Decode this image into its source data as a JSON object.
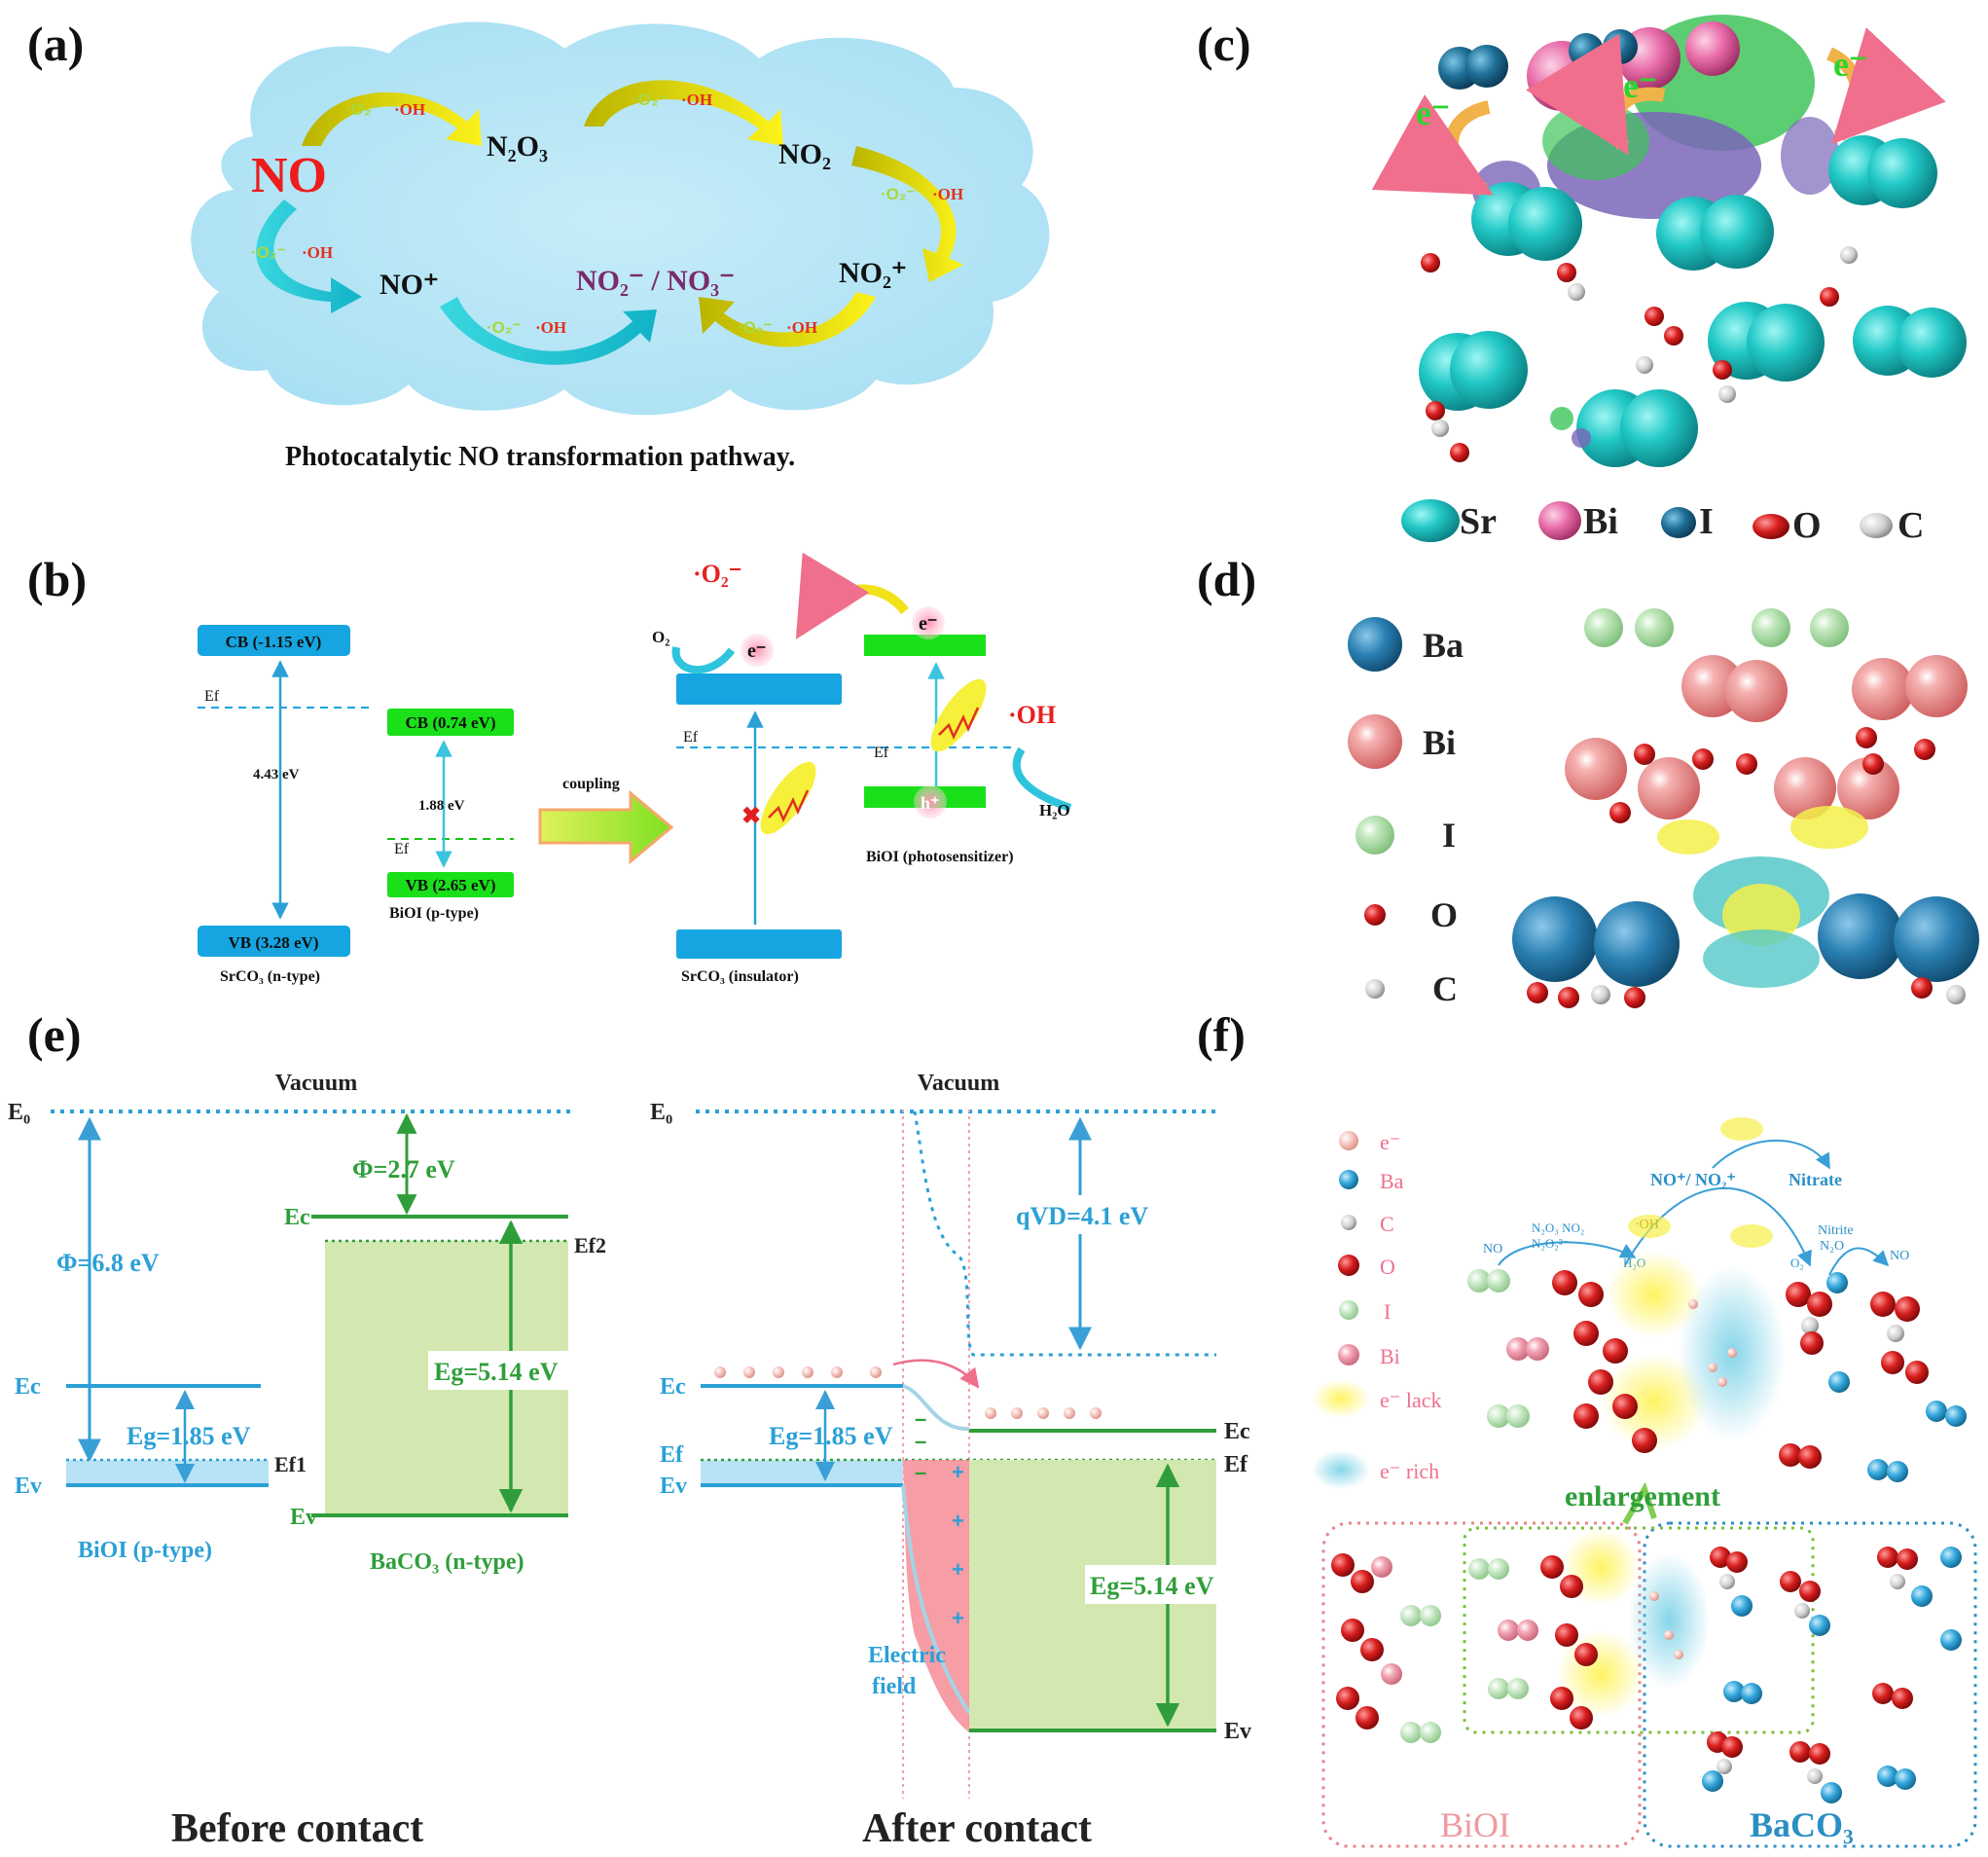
{
  "panels": {
    "a": {
      "label": "(a)",
      "species": {
        "no": "NO",
        "n2o3": "N₂O₃",
        "no2": "NO₂",
        "no_plus": "NO⁺",
        "no2_plus": "NO₂⁺",
        "no2m_no3m": "NO₂⁻ / NO₃⁻"
      },
      "radical_o2": "·O₂⁻",
      "radical_oh": "·OH",
      "caption": "Photocatalytic NO transformation pathway."
    },
    "b": {
      "label": "(b)",
      "srco3_cb": "CB (-1.15 eV)",
      "srco3_vb": "VB (3.28 eV)",
      "srco3_gap": "4.43 eV",
      "srco3_name": "SrCO₃ (n-type)",
      "ef": "Ef",
      "bioi_cb": "CB (0.74 eV)",
      "bioi_vb": "VB (2.65 eV)",
      "bioi_gap": "1.88 eV",
      "bioi_name": "BiOI (p-type)",
      "coupling": "coupling",
      "o2_radical": "·O₂⁻",
      "o2": "O₂",
      "electron": "e⁻",
      "hole": "h⁺",
      "oh_radical": "·OH",
      "h2o": "H₂O",
      "bioi_photo": "BiOI (photosensitizer)",
      "srco3_ins": "SrCO₃ (insulator)"
    },
    "c": {
      "label": "(c)",
      "electron": "e⁻",
      "legend": [
        "Sr",
        "Bi",
        "I",
        "O",
        "C"
      ],
      "legend_colors": [
        "#27c8c6",
        "#e96aa9",
        "#1f6f97",
        "#d82020",
        "#d6d6d6"
      ]
    },
    "d": {
      "label": "(d)",
      "legend": [
        "Ba",
        "Bi",
        "I",
        "O",
        "C"
      ],
      "legend_colors": [
        "#2f86b8",
        "#ef8f8f",
        "#a9d9a4",
        "#d21a1a",
        "#d8d8d8"
      ]
    },
    "e": {
      "label": "(e)",
      "vacuum": "Vacuum",
      "e0": "E₀",
      "phi_bioi": "Φ=6.8 eV",
      "phi_baco3": "Φ=2.7 eV",
      "ec": "Ec",
      "ev": "Ev",
      "ef1": "Ef1",
      "ef2": "Ef2",
      "ef": "Ef",
      "eg_bioi": "Eg=1.85 eV",
      "eg_baco3": "Eg=5.14 eV",
      "qvd": "qVD=4.1 eV",
      "bioi_name": "BiOI (p-type)",
      "baco3_name": "BaCO₃ (n-type)",
      "electric": "Electric",
      "field": "field",
      "before": "Before contact",
      "after": "After contact"
    },
    "f": {
      "label": "(f)",
      "legend": [
        "e⁻",
        "Ba",
        "C",
        "O",
        "I",
        "Bi",
        "e⁻ lack",
        "e⁻ rich"
      ],
      "legend_colors": [
        "#f4b8b0",
        "#35a8dd",
        "#f2f2f2",
        "#e01515",
        "#bfe6c0",
        "#f3a5b5",
        "#f6ee4a",
        "#8fd7ea"
      ],
      "top_label": "NO⁺/ NO₂⁺",
      "nitrate": "Nitrate",
      "nitrite": "Nitrite",
      "n2o": "N₂O",
      "no": "NO",
      "n2o3_no2": "N₂O₃ NO₂",
      "n2o2": "N₂O₂²⁻",
      "h2o": "H₂O",
      "o2": "O₂",
      "oh": "·OH",
      "enlargement": "enlargement",
      "bioi": "BiOI",
      "baco3": "BaCO₃"
    }
  }
}
